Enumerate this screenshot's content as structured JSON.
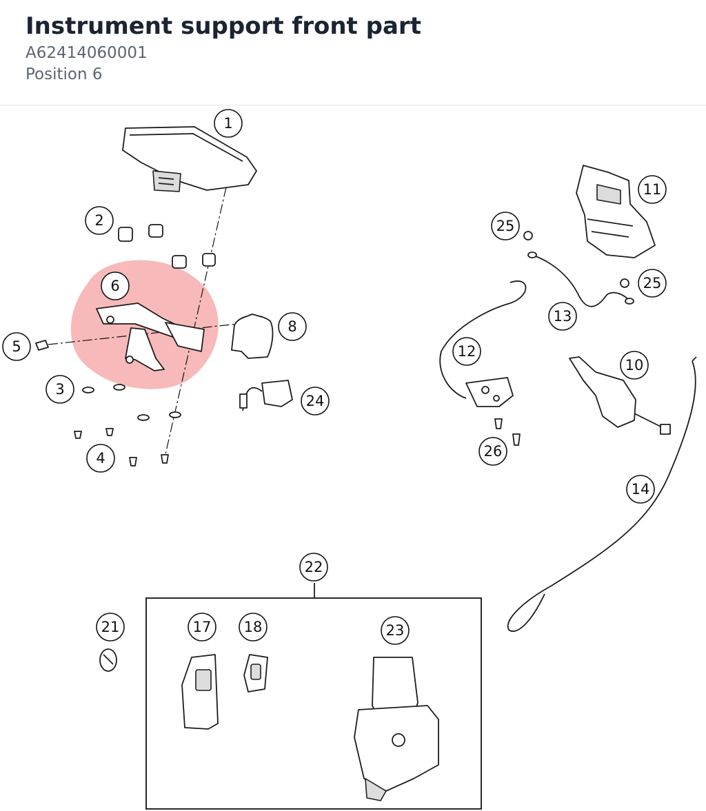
{
  "header": {
    "title": "Instrument support front part",
    "part_number": "A62414060001",
    "position": "Position 6"
  },
  "diagram": {
    "highlight_color": "#f08080",
    "selected_position": "6",
    "callouts": [
      "1",
      "2",
      "3",
      "4",
      "5",
      "6",
      "8",
      "10",
      "11",
      "12",
      "13",
      "14",
      "17",
      "18",
      "21",
      "22",
      "23",
      "24",
      "25",
      "25",
      "26"
    ]
  }
}
